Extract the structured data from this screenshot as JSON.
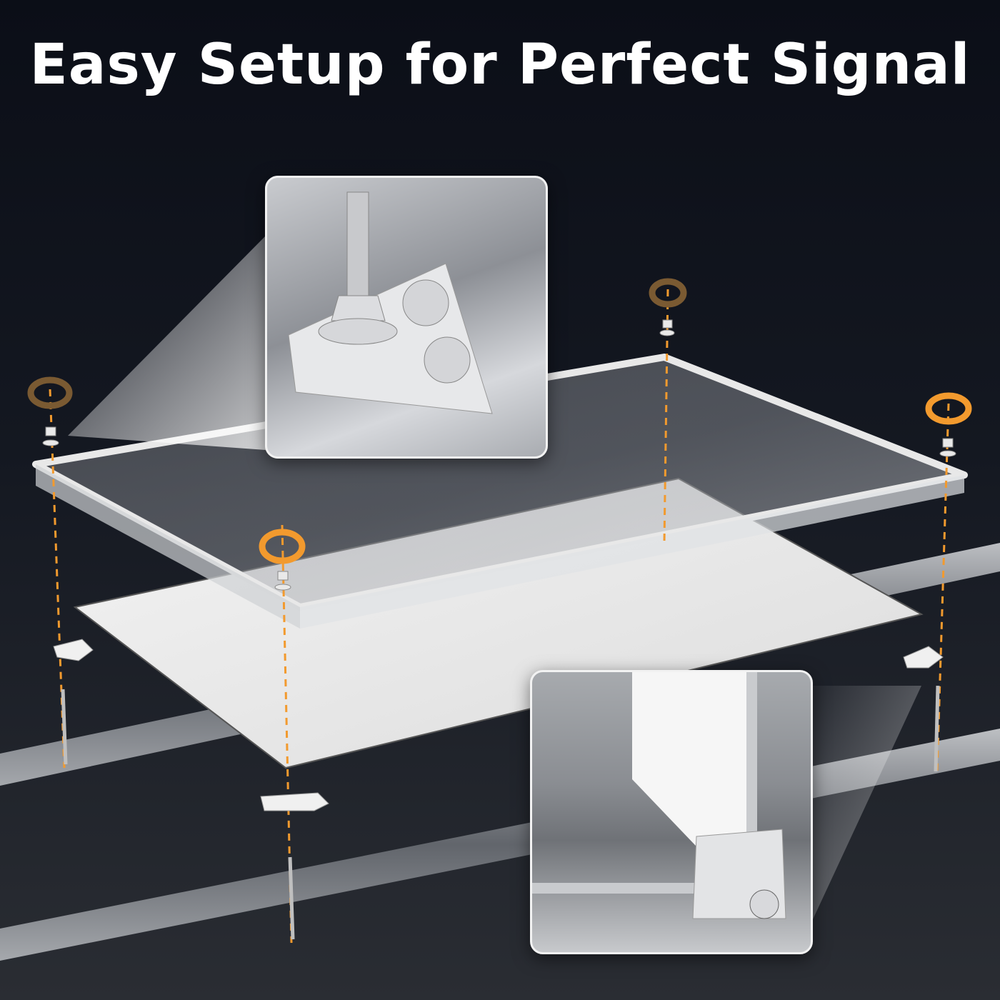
{
  "headline": "Easy Setup for Perfect Signal",
  "colors": {
    "background_top": "#0b0e17",
    "background_bottom": "#2a2d33",
    "headline_text": "#ffffff",
    "accent_orange": "#f29a2e",
    "inset_border": "#f2f2f2"
  },
  "illustration": {
    "description": "Exploded view of clear acrylic frame panel mounted over white plate onto parallel rails with corner brackets, nuts, washers and bolts",
    "rotation_arrows": 4,
    "insets": [
      {
        "name": "bolt-and-bracket-closeup",
        "position": "top-center"
      },
      {
        "name": "corner-bracket-closeup",
        "position": "bottom-right"
      }
    ]
  }
}
